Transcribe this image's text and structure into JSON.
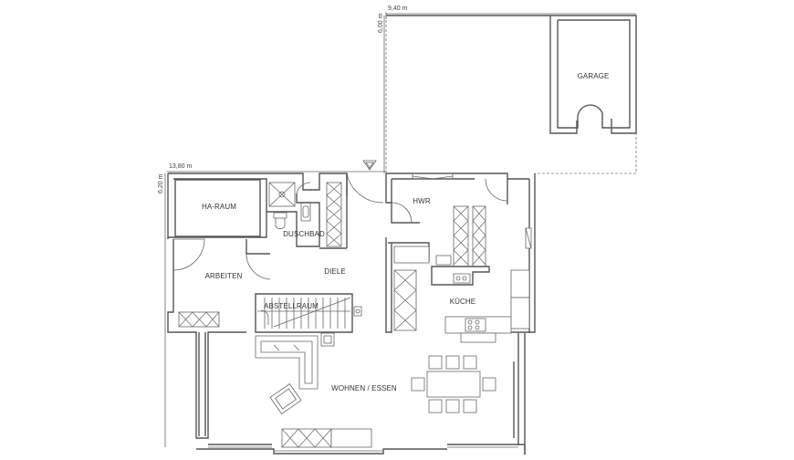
{
  "dimensions": {
    "garage_width": "9,40 m",
    "garage_depth": "6,00 m",
    "house_width": "13,80 m",
    "house_depth": "6,20 m"
  },
  "rooms": {
    "garage": "GARAGE",
    "ha_raum": "HA-RAUM",
    "duschbad": "DUSCHBAD",
    "hwr": "HWR",
    "arbeiten": "ARBEITEN",
    "diele": "DIELE",
    "abstellraum": "ABSTELLRAUM",
    "kueche": "KÜCHE",
    "wohnen_essen": "WOHNEN / ESSEN"
  },
  "colors": {
    "wall": "#555555",
    "line": "#666666",
    "text": "#333333",
    "background": "#ffffff"
  }
}
